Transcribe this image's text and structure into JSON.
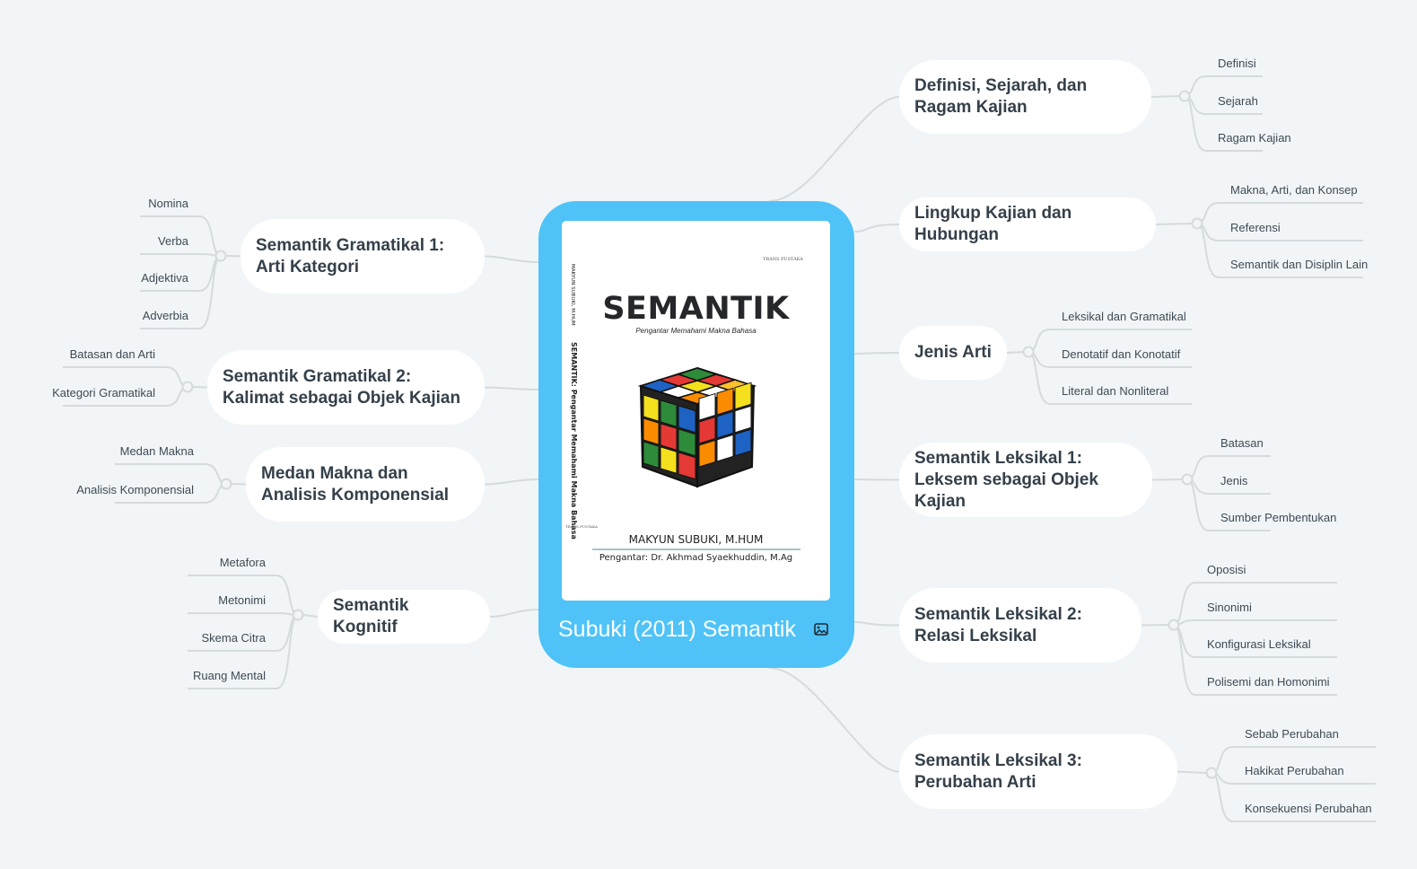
{
  "central": {
    "title": "Subuki (2011) Semantik",
    "icon": "image-icon",
    "book": {
      "title": "SEMANTIK",
      "subtitle": "Pengantar Memahami Makna Bahasa",
      "author": "MAKYUN SUBUKI, M.HUM",
      "intro": "Pengantar: Dr. Akhmad Syaekhuddin, M.Ag",
      "spine_author": "MAKYUN SUBUKI, M.HUM",
      "spine_title": "SEMANTIK: Pengantar Memahami Makna Bahasa",
      "publisher": "TRANS PUSTAKA",
      "image": "rubiks-cube"
    }
  },
  "right_branches": [
    {
      "title": "Definisi, Sejarah, dan Ragam Kajian",
      "children": [
        "Definisi",
        "Sejarah",
        "Ragam Kajian"
      ]
    },
    {
      "title": "Lingkup Kajian dan Hubungan",
      "children": [
        "Makna, Arti, dan Konsep",
        "Referensi",
        "Semantik dan Disiplin Lain"
      ]
    },
    {
      "title": "Jenis Arti",
      "children": [
        "Leksikal dan Gramatikal",
        "Denotatif dan Konotatif",
        "Literal dan Nonliteral"
      ]
    },
    {
      "title": "Semantik Leksikal 1: Leksem sebagai Objek Kajian",
      "children": [
        "Batasan",
        "Jenis",
        "Sumber Pembentukan"
      ]
    },
    {
      "title": "Semantik Leksikal 2: Relasi Leksikal",
      "children": [
        "Oposisi",
        "Sinonimi",
        "Konfigurasi Leksikal",
        "Polisemi dan Homonimi"
      ]
    },
    {
      "title": "Semantik Leksikal 3: Perubahan Arti",
      "children": [
        "Sebab Perubahan",
        "Hakikat Perubahan",
        "Konsekuensi Perubahan"
      ]
    }
  ],
  "left_branches": [
    {
      "title": "Semantik Gramatikal 1: Arti Kategori",
      "children": [
        "Nomina",
        "Verba",
        "Adjektiva",
        "Adverbia"
      ]
    },
    {
      "title": "Semantik Gramatikal 2: Kalimat sebagai Objek Kajian",
      "children": [
        "Batasan dan Arti",
        "Kategori Gramatikal"
      ]
    },
    {
      "title": "Medan Makna dan Analisis Komponensial",
      "children": [
        "Medan Makna",
        "Analisis Komponensial"
      ]
    },
    {
      "title": "Semantik Kognitif",
      "children": [
        "Metafora",
        "Metonimi",
        "Skema Citra",
        "Ruang Mental"
      ]
    }
  ],
  "colors": {
    "background": "#f1f5f7",
    "central_fill": "#4fc3f7",
    "branch_fill": "#ffffff",
    "connector": "#d5dadd"
  }
}
